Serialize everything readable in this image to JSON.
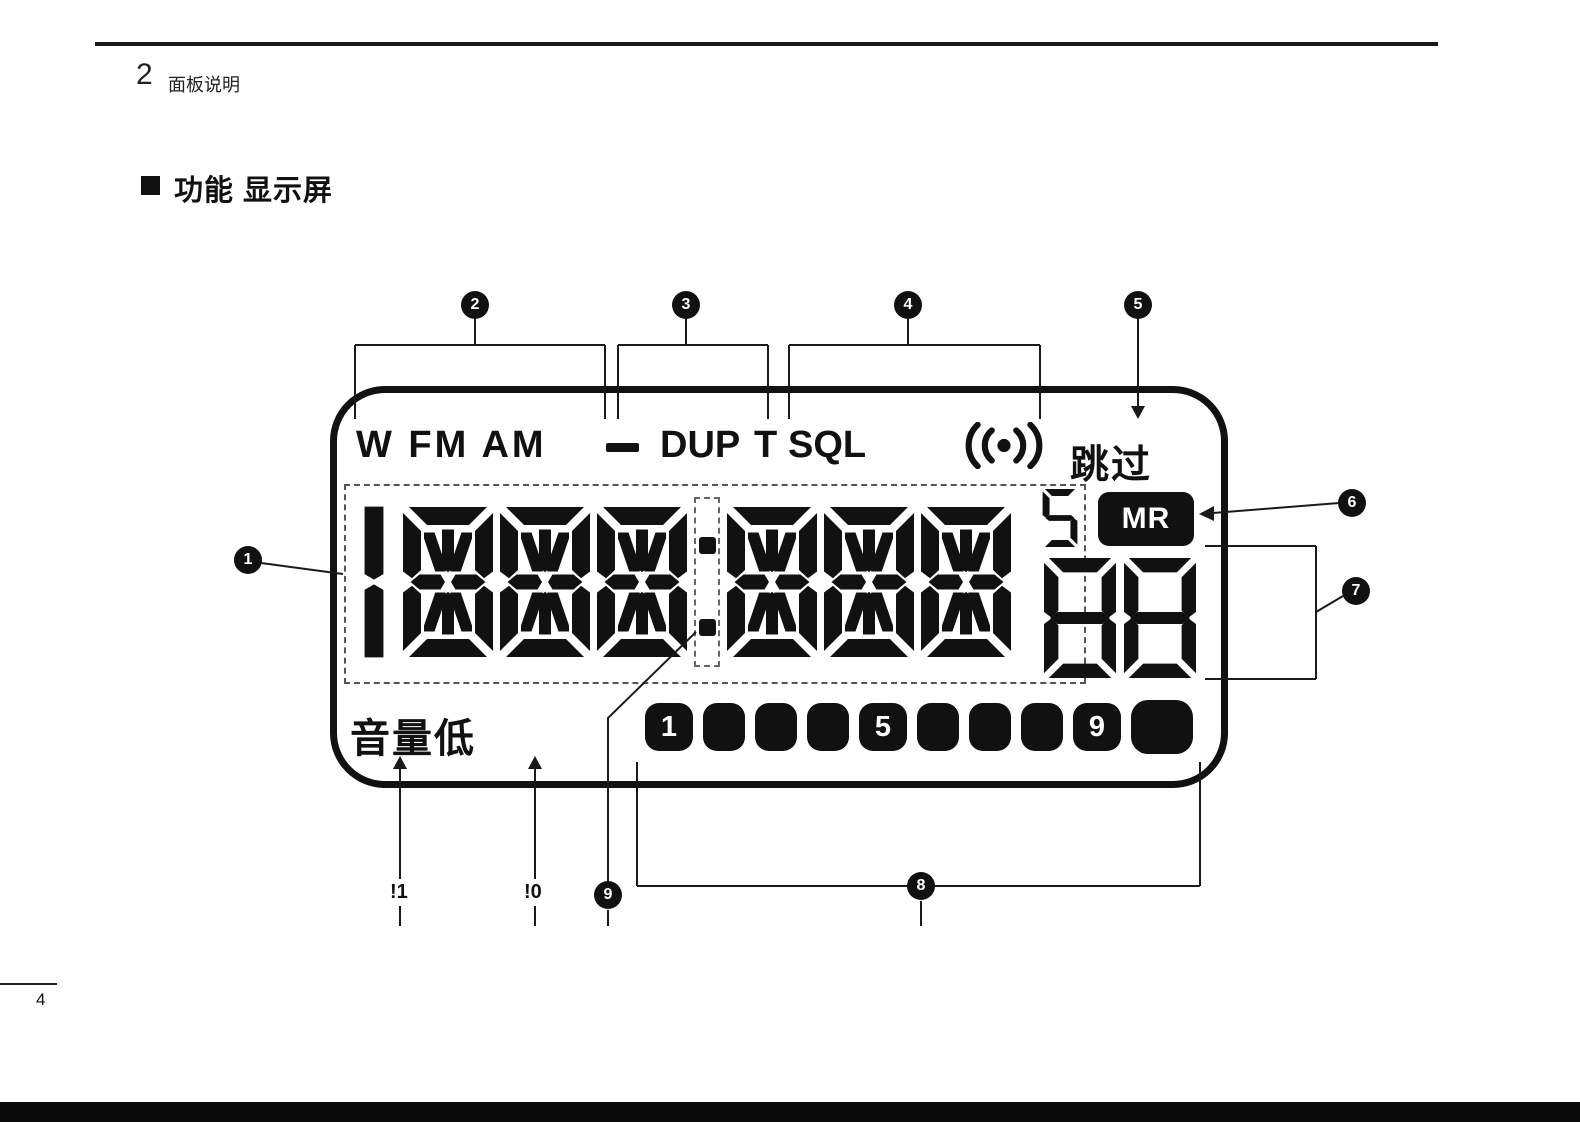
{
  "page": {
    "chapter_number": "2",
    "chapter_title": "面板说明",
    "section_title": "功能 显示屏",
    "page_number": "4"
  },
  "lcd": {
    "indicators": {
      "modes": "W FM AM",
      "dup_minus": "—",
      "dup": "DUP",
      "tone": "T",
      "sql": "SQL",
      "signal_icon": "busy-signal-icon",
      "skip": "跳过"
    },
    "frequency_digits": "1888.888",
    "small_digit": "5",
    "mr_badge": "MR",
    "channel_digits": "88",
    "volume_low": "音量低",
    "meter": {
      "segments": [
        "1",
        "",
        "",
        "",
        "5",
        "",
        "",
        "",
        "9",
        ""
      ]
    }
  },
  "callouts": {
    "c1": "1",
    "c2": "2",
    "c3": "3",
    "c4": "4",
    "c5": "5",
    "c6": "6",
    "c7": "7",
    "c8": "8",
    "c9": "9",
    "c10": "!0",
    "c11": "!1"
  }
}
